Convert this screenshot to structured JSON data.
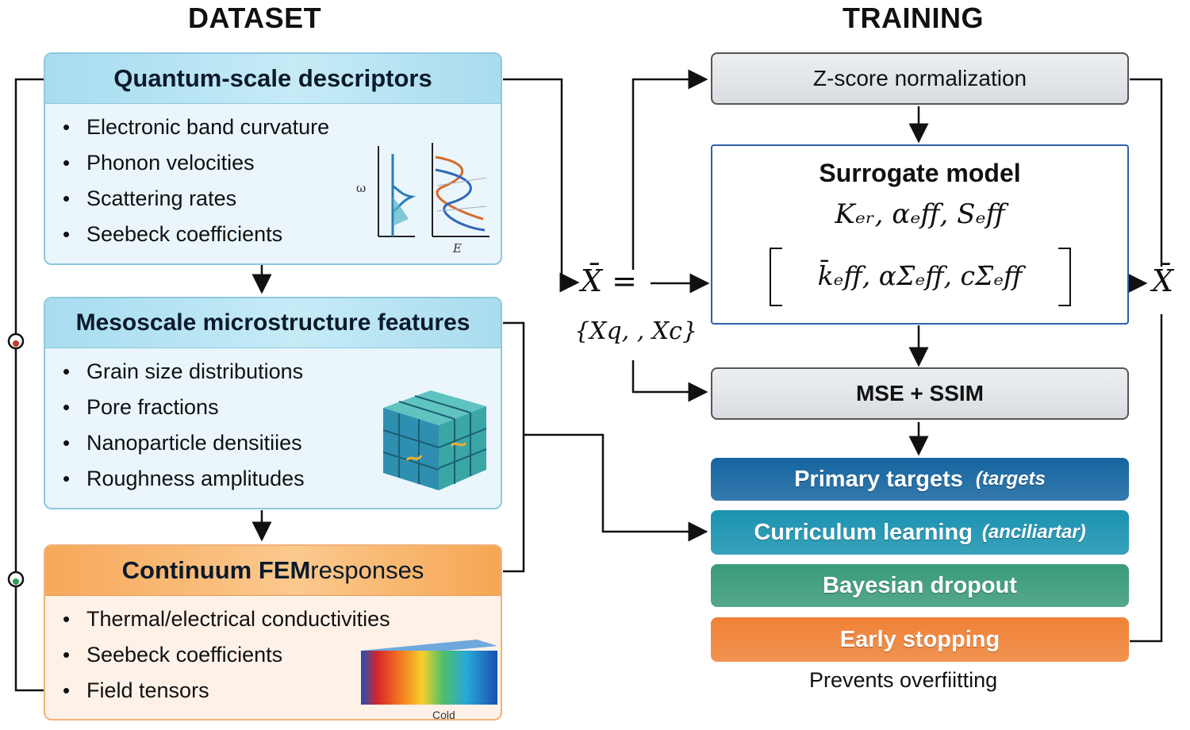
{
  "headings": {
    "dataset": "DATASET",
    "training": "TRAINING"
  },
  "dataset": {
    "quantum": {
      "title": "Quantum-scale descriptors",
      "items": [
        "Electronic band curvature",
        "Phonon velocities",
        "Scattering rates",
        "Seebeck coefficients"
      ],
      "plot_axis_label": "E",
      "plot_side_label": "ω"
    },
    "meso": {
      "title": "Mesoscale microstructure features",
      "items": [
        "Grain size distributions",
        "Pore fractions",
        "Nanoparticle densitiies",
        "Roughness amplitudes"
      ]
    },
    "fem": {
      "title_bold": "Continuum FEM",
      "title_rest": " responses",
      "items": [
        "Thermal/electrical conductivities",
        "Seebeck coefficients",
        "Field tensors"
      ],
      "bar_label": "Cold"
    }
  },
  "training": {
    "zscore": "Z-score normalization",
    "model": {
      "title": "Surrogate model",
      "line1": "Kₑᵣ, αₑff, Sₑff",
      "line2": "k̄ₑff, αΣ̄ₑff, cΣ̄ₑff"
    },
    "loss": "MSE + SSIM",
    "input_expr": "X̄ =",
    "input_set": "{Xq, , Xc}",
    "output_expr": "X̄",
    "bars": [
      {
        "main": "Primary targets",
        "note": "(targets",
        "color": "#1565a0"
      },
      {
        "main": "Curriculum learning",
        "note": "(anciliartar)",
        "color": "#1a93b0"
      },
      {
        "main": "Bayesian dropout",
        "note": "",
        "color": "#3a9b78"
      },
      {
        "main": "Early stopping",
        "note": "",
        "color": "#ef8236"
      }
    ],
    "caption": "Prevents overfiitting"
  },
  "colors": {
    "panel_blue": "#a7dcef",
    "panel_orange": "#f7a85a",
    "model_border": "#2d5fa8",
    "connector": "#111111"
  }
}
